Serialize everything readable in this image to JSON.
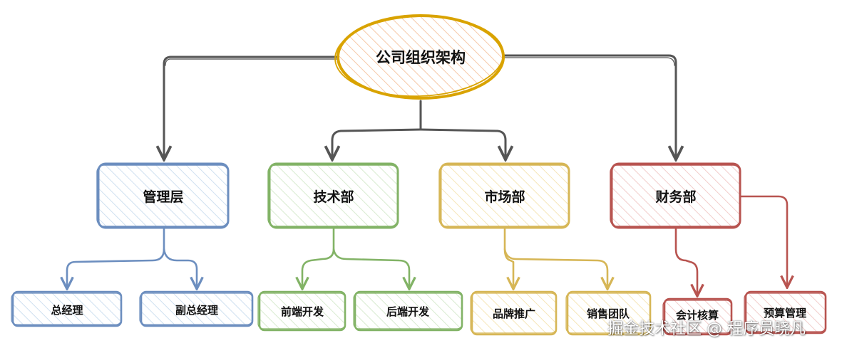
{
  "colors": {
    "root": "#d9a300",
    "management": "#6c8ebf",
    "tech": "#82b366",
    "market": "#d6b656",
    "finance": "#b85450",
    "connector_root": "#555555"
  },
  "nodes": {
    "root": "公司组织架构",
    "management": "管理层",
    "tech": "技术部",
    "market": "市场部",
    "finance": "财务部",
    "gm": "总经理",
    "deputy_gm": "副总经理",
    "frontend": "前端开发",
    "backend": "后端开发",
    "brand": "品牌推广",
    "sales": "销售团队",
    "accounting": "会计核算",
    "budget": "预算管理"
  },
  "watermark": "掘金技术社区 @ 程序员晓凡"
}
